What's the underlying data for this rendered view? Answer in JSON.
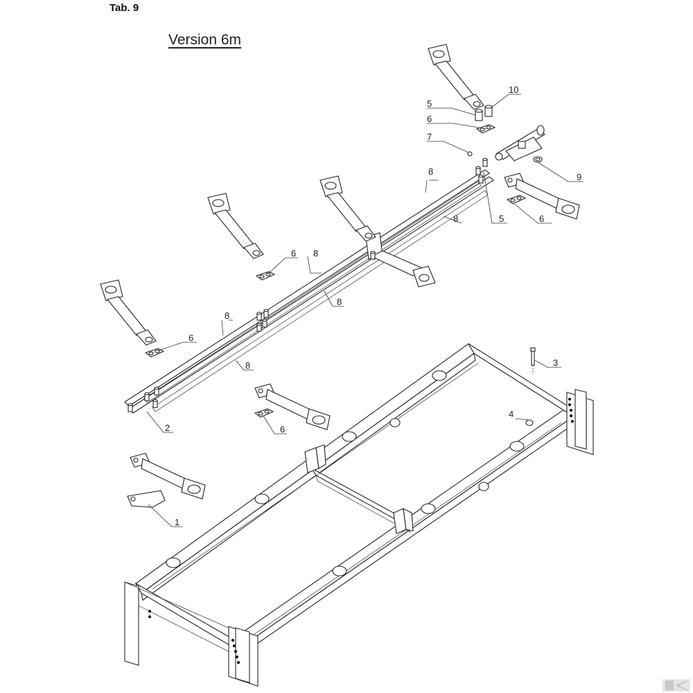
{
  "header": {
    "tab_label": "Tab. 9",
    "version_title": "Version 6m"
  },
  "callouts": {
    "c1": "1",
    "c2": "2",
    "c3": "3",
    "c4": "4",
    "c5a": "5",
    "c5b": "5",
    "c6a": "6",
    "c6b": "6",
    "c6c": "6",
    "c6d": "6",
    "c6e": "6",
    "c7": "7",
    "c8a": "8",
    "c8b": "8",
    "c8c": "8",
    "c8d": "8",
    "c8e": "8",
    "c8f": "8",
    "c9": "9",
    "c10": "10"
  },
  "colors": {
    "line": "#222222",
    "background": "#ffffff"
  }
}
